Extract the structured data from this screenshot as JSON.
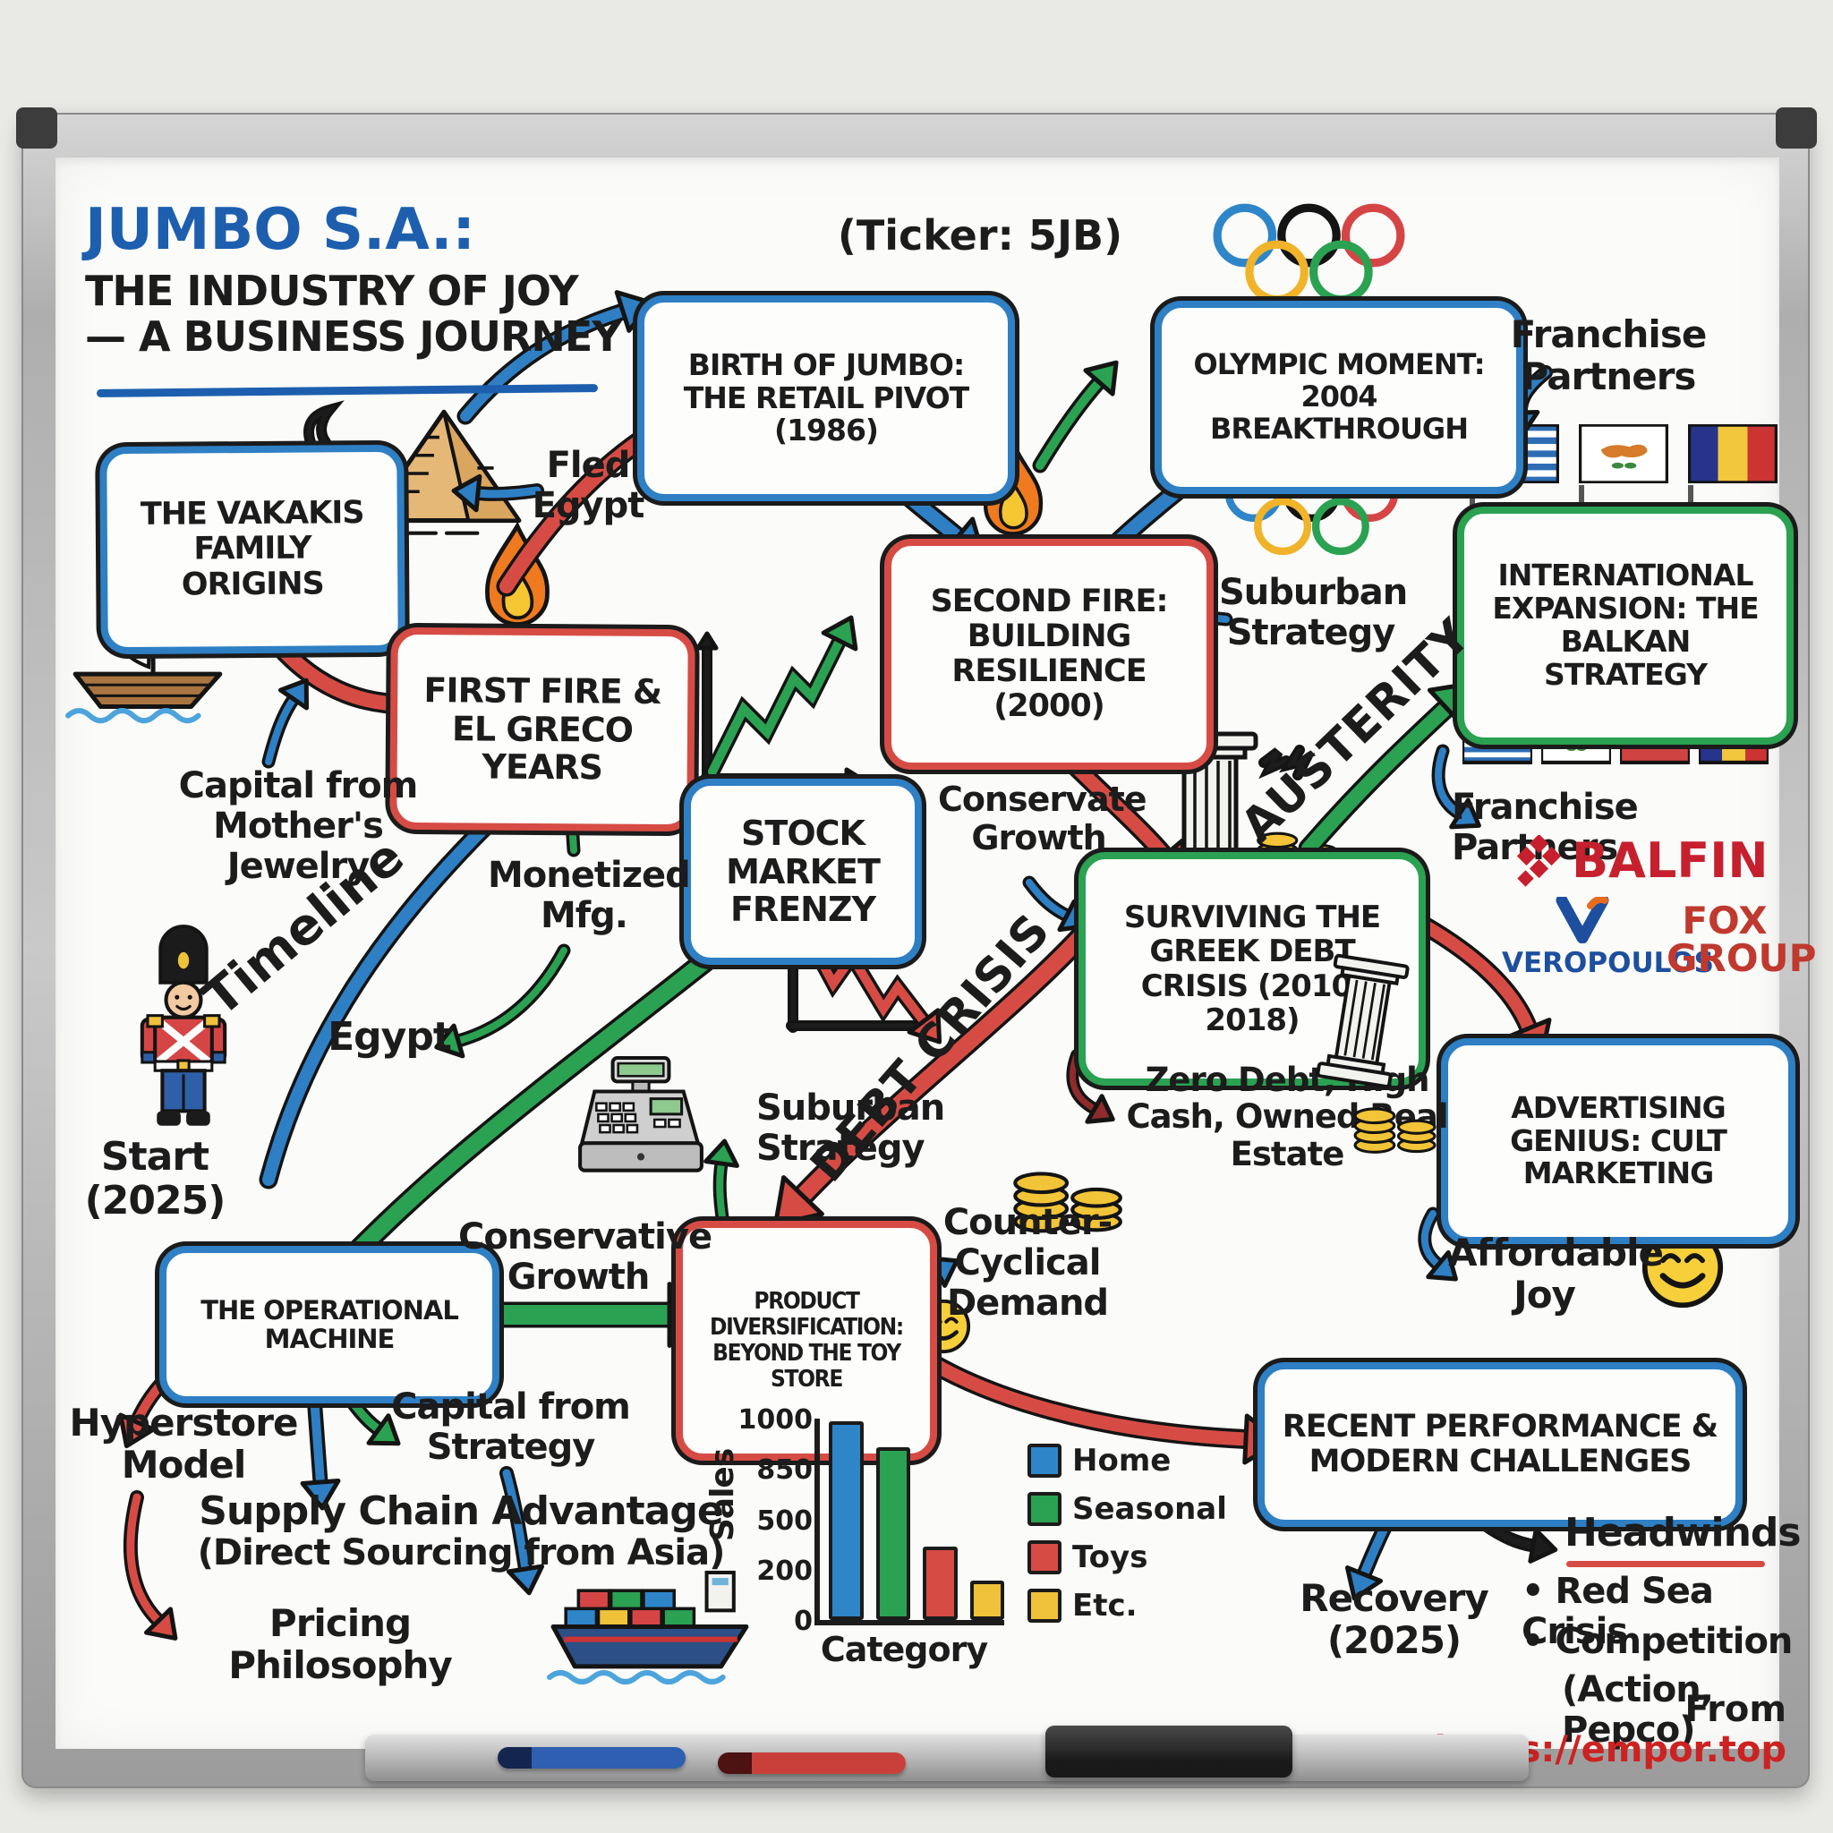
{
  "title": {
    "line1": "JUMBO S.A.:",
    "line2": "THE INDUSTRY OF JOY",
    "line3": "— A BUSINESS JOURNEY"
  },
  "ticker": "(Ticker: 5JB)",
  "boxes": {
    "vakakis": "THE VAKAKIS FAMILY ORIGINS",
    "birth": "BIRTH OF JUMBO: THE RETAIL PIVOT (1986)",
    "olympic": "OLYMPIC MOMENT: 2004 BREAKTHROUGH",
    "first_fire": "FIRST FIRE & EL GRECO YEARS",
    "second_fire": "SECOND FIRE: BUILDING RESILIENCE (2000)",
    "stock": "STOCK MARKET FRENZY",
    "international": "INTERNATIONAL EXPANSION: THE BALKAN STRATEGY",
    "surviving": "SURVIVING THE GREEK DEBT CRISIS (2010-2018)",
    "advertising": "ADVERTISING GENIUS: CULT MARKETING",
    "operational": "THE OPERATIONAL MACHINE",
    "product": "PRODUCT DIVERSIFICATION: BEYOND THE TOY STORE",
    "recent": "RECENT PERFORMANCE & MODERN CHALLENGES"
  },
  "labels": {
    "fled_egypt": "Fled Egypt",
    "franchise_top": "Franchise Partners",
    "franchise_right": "Franchise Partners",
    "capital_jewelry": "Capital from Mother's Jewelry",
    "timeline": "Timeline",
    "start": "Start (2025)",
    "egypt": "Egypt",
    "monetized": "Monetized Mfg.",
    "suburban_upper": "Suburban Strategy",
    "suburban_lower": "Suburban Strategy",
    "conservate_growth": "Conservate Growth",
    "conservative_growth": "Conservative Growth",
    "austerity": "AUSTERITY",
    "debt_crisis": "DEBT CRISIS",
    "zero_debt": "Zero Debt, High Cash, Owned Real Estate",
    "counter_cyclical": "Counter-Cyclical Demand",
    "affordable_joy": "Affordable Joy",
    "hyperstore": "Hyperstore Model",
    "capital_strategy": "Capital from Strategy",
    "supply_chain_1": "Supply Chain Advantage",
    "supply_chain_2": "(Direct Sourcing from Asia)",
    "pricing": "Pricing Philosophy",
    "recovery": "Recovery (2025)",
    "headwinds": "Headwinds",
    "bullet_red_sea": "Red Sea Crisis",
    "bullet_competition": "Competition",
    "bullet_competition_sub": "(Action, Pepco)",
    "source_prefix": "From",
    "source_url": "https://empor.top"
  },
  "partners": [
    {
      "name": "BALFIN"
    },
    {
      "name": "VEROPOULOS"
    },
    {
      "name": "FOX GROUP"
    }
  ],
  "icons": [
    "pyramid-icon",
    "sailing-ship-icon",
    "flame-icon",
    "olympic-rings-icon",
    "toy-soldier-icon",
    "cash-register-icon",
    "greek-column-icon",
    "coins-icon",
    "container-ship-icon",
    "smiley-icon",
    "flag-greece-icon",
    "flag-cyprus-icon",
    "flag-bulgaria-icon",
    "flag-romania-icon"
  ],
  "colors": {
    "blue": "#2e7fc4",
    "red": "#d64c45",
    "green": "#2ba152",
    "yellow": "#f0c23a",
    "dark_red": "#8f2b2b",
    "ink": "#1c1c1c",
    "title_blue": "#1d5fae",
    "balfin_red": "#c6202e",
    "veropoulos_blue": "#1d4f9e",
    "fox_red": "#c0392e"
  },
  "chart_data": {
    "type": "bar",
    "categories": [
      "Home",
      "Seasonal",
      "Toys",
      "Etc."
    ],
    "values": [
      950,
      820,
      330,
      160
    ],
    "colors": [
      "#2e86c9",
      "#2ba152",
      "#d64c45",
      "#f0c23a"
    ],
    "title": "",
    "xlabel": "Category",
    "ylabel": "Sales",
    "yticks": [
      1000,
      850,
      500,
      200,
      0
    ],
    "ylim": [
      0,
      1000
    ],
    "grid": false,
    "legend_position": "right"
  }
}
